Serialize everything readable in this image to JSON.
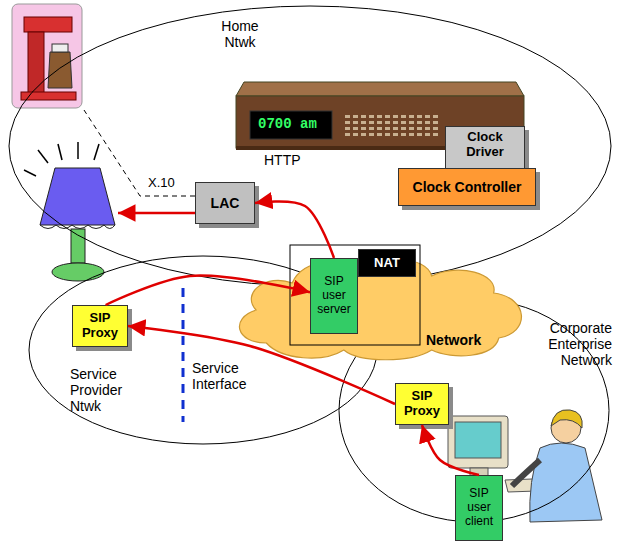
{
  "diagram": {
    "nodes": [
      {
        "text": [
          "Home Ntwk"
        ]
      },
      {
        "text": [
          "Clock Driver"
        ],
        "in": 0
      },
      {
        "text": [
          "Clock Controller"
        ],
        "in": 0
      },
      {
        "text": [
          "LAC"
        ],
        "in": 0
      },
      {
        "text": [
          "Service Provider Ntwk"
        ]
      },
      {
        "text": [
          "SIP Proxy"
        ],
        "in": 4
      },
      {
        "text": [
          "Corporate Enterprise Network"
        ]
      },
      {
        "text": [
          "SIP Proxy"
        ],
        "in": 6
      },
      {
        "text": [
          "SIP user client"
        ],
        "in": 6
      },
      {
        "text": [
          "Network"
        ]
      },
      {
        "text": [
          "NAT"
        ]
      },
      {
        "text": [
          "SIP user server"
        ]
      }
    ],
    "edges": [
      {
        "from": 8,
        "to": 7,
        "arrow": "to"
      },
      {
        "from": 7,
        "to": 5,
        "arrow": "to"
      },
      {
        "from": 5,
        "to": 11,
        "arrow": "to"
      },
      {
        "from": 11,
        "to": 3,
        "label": "HTTP",
        "arrow": "to"
      }
    ],
    "labels": [
      "0700 am",
      "X.10",
      "Service Interface"
    ]
  }
}
